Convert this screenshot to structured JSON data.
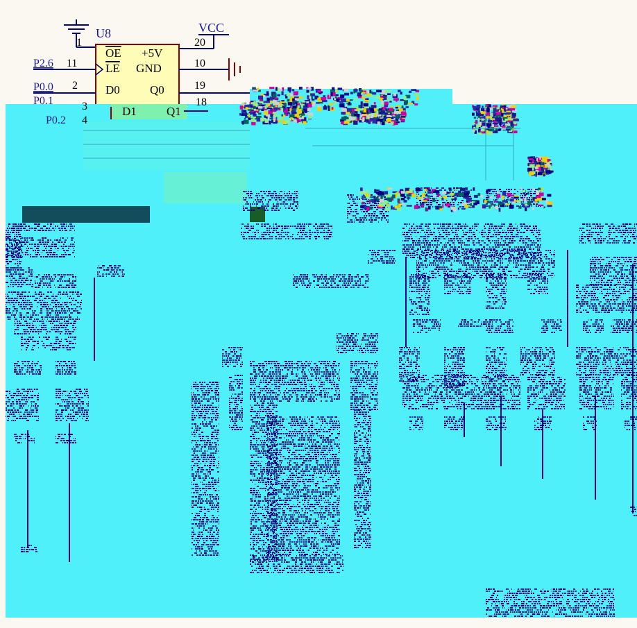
{
  "colors": {
    "background": "#fbf8f2",
    "wire": "#000080",
    "component_outline": "#8b0000",
    "component_fill": "#fffcb8",
    "pin_label": "#000000",
    "net_label": "#1a1a8a",
    "ref_label": "#1a1a8a",
    "overlay": "#4ff0fa",
    "overlay_dark": "#134d5c",
    "overlay_green": "#1a5c28",
    "glitch_colors": [
      "#000080",
      "#1a1a8a",
      "#2a2aa8",
      "#d000a0",
      "#f0d000",
      "#90ee90",
      "#006060",
      "#d0d0d0"
    ]
  },
  "top_schematic": {
    "ref": "U8",
    "power_label": "VCC",
    "nets": {
      "p26": "P2.6",
      "p00": "P0.0",
      "p01": "P0.1",
      "p02": "P0.2"
    },
    "pins": {
      "oe": "OE",
      "le": "LE",
      "vcc": "+5V",
      "gnd": "GND",
      "d0": "D0",
      "q0": "Q0",
      "d1": "D1",
      "q1": "Q1"
    },
    "pin_numbers": {
      "oe": "1",
      "le": "11",
      "vcc": "20",
      "gnd": "10",
      "d0": "2",
      "q0": "19",
      "d1": "3",
      "q1": "18",
      "d2": "4"
    }
  },
  "glitch_overlay": {
    "description": "corrupted rendering region"
  }
}
